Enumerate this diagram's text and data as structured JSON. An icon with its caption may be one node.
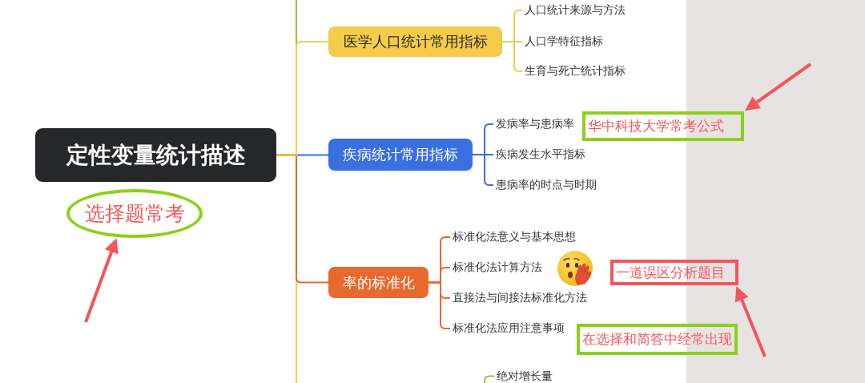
{
  "diagram": {
    "nodes": [
      {
        "text": [
          "定性变量统计描述"
        ]
      },
      {
        "text": [
          "医学人口统计常用指标"
        ]
      },
      {
        "text": [
          "人口统计来源与方法"
        ]
      },
      {
        "text": [
          "人口学特征指标"
        ]
      },
      {
        "text": [
          "生育与死亡统计指标"
        ]
      },
      {
        "text": [
          "疾病统计常用指标"
        ]
      },
      {
        "text": [
          "发病率与患病率"
        ]
      },
      {
        "text": [
          "疾病发生水平指标"
        ]
      },
      {
        "text": [
          "患病率的时点与时期"
        ]
      },
      {
        "text": [
          "率的标准化"
        ]
      },
      {
        "text": [
          "标准化法意义与基本思想"
        ]
      },
      {
        "text": [
          "标准化法计算方法"
        ]
      },
      {
        "text": [
          "直接法与间接法标准化方法"
        ]
      },
      {
        "text": [
          "标准化法应用注意事项"
        ]
      },
      {
        "text": [
          "绝对增长量"
        ]
      },
      {
        "text": [
          "选择题常考"
        ]
      },
      {
        "text": [
          "华中科技大学常考公式"
        ]
      },
      {
        "text": [
          "一道误区分析题目"
        ]
      },
      {
        "text": [
          "在选择和简答中经常出现"
        ]
      }
    ],
    "edges": [
      {
        "from": 0,
        "to": null,
        "arrow": "none",
        "color": "#8dc63f"
      },
      {
        "from": 0,
        "to": 5,
        "arrow": "none",
        "color": "#3a6fe0"
      },
      {
        "from": 0,
        "to": null,
        "arrow": "none",
        "color": "#f2cd4e"
      },
      {
        "from": 0,
        "to": 9,
        "arrow": "none",
        "color": "#e8692d"
      },
      {
        "from": 0,
        "to": 1,
        "arrow": "none",
        "color": "#f2cd4e"
      },
      {
        "from": 1,
        "to": 2,
        "arrow": "none",
        "color": "#f2cd4e"
      },
      {
        "from": 1,
        "to": 3,
        "arrow": "none",
        "color": "#f2cd4e"
      },
      {
        "from": 1,
        "to": 4,
        "arrow": "none",
        "color": "#f2cd4e"
      },
      {
        "from": 5,
        "to": 6,
        "arrow": "none",
        "color": "#3a6fe0"
      },
      {
        "from": 5,
        "to": 7,
        "arrow": "none",
        "color": "#3a6fe0"
      },
      {
        "from": 5,
        "to": 8,
        "arrow": "none",
        "color": "#3a6fe0"
      },
      {
        "from": 9,
        "to": 10,
        "arrow": "none",
        "color": "#e8692d"
      },
      {
        "from": 9,
        "to": 11,
        "arrow": "none",
        "color": "#e8692d"
      },
      {
        "from": 9,
        "to": 12,
        "arrow": "none",
        "color": "#e8692d"
      },
      {
        "from": 9,
        "to": 13,
        "arrow": "none",
        "color": "#e8692d"
      },
      {
        "from": null,
        "to": 14,
        "arrow": "none",
        "color": "#8dc63f"
      },
      {
        "from": null,
        "to": 15,
        "arrow": "to",
        "style": "thick",
        "color": "#f2555a"
      },
      {
        "from": null,
        "to": 16,
        "arrow": "to",
        "style": "thick",
        "color": "#f2555a"
      },
      {
        "from": null,
        "to": 17,
        "arrow": "to",
        "style": "thick",
        "color": "#f2555a"
      }
    ]
  }
}
